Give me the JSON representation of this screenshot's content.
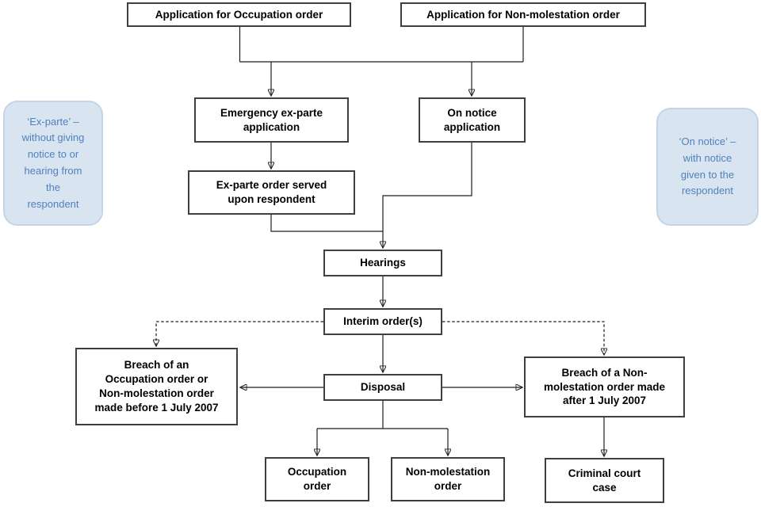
{
  "title": "Occupation order and Non-molestation order application flowchart",
  "colors": {
    "box_fill": "#ffffff",
    "box_border": "#3f3f3f",
    "box_text": "#000000",
    "connector": "#1f1f1f",
    "note_fill": "#d9e4f1",
    "note_border": "#c3d4e9",
    "note_text": "#4f81bd"
  },
  "nodes": {
    "app_occupation": {
      "label": "Application for Occupation order"
    },
    "app_nonmolestation": {
      "label": "Application for Non-molestation order"
    },
    "emergency": {
      "label": "Emergency ex-parte\napplication"
    },
    "on_notice": {
      "label": "On notice\napplication"
    },
    "exparte_served": {
      "label": "Ex-parte order served\nupon respondent"
    },
    "hearings": {
      "label": "Hearings"
    },
    "interim": {
      "label": "Interim order(s)"
    },
    "breach_before": {
      "label": "Breach of an\nOccupation order or\nNon-molestation order\nmade before 1 July 2007"
    },
    "disposal": {
      "label": "Disposal"
    },
    "breach_after": {
      "label": "Breach of a Non-\nmolestation order made\nafter 1 July 2007"
    },
    "occupation_order": {
      "label": "Occupation\norder"
    },
    "nonmolestation_order": {
      "label": "Non-molestation\norder"
    },
    "criminal_court": {
      "label": "Criminal court\ncase"
    }
  },
  "notes": {
    "exparte": {
      "text": "‘Ex-parte’ –\nwithout giving\nnotice to or\nhearing from\nthe\nrespondent"
    },
    "on_notice": {
      "text": "‘On notice’ –\nwith notice\ngiven to the\nrespondent"
    }
  },
  "edges": [
    {
      "from": "app_occupation",
      "to": "emergency",
      "style": "solid"
    },
    {
      "from": "app_occupation",
      "to": "on_notice",
      "style": "solid"
    },
    {
      "from": "app_nonmolestation",
      "to": "emergency",
      "style": "solid"
    },
    {
      "from": "app_nonmolestation",
      "to": "on_notice",
      "style": "solid"
    },
    {
      "from": "emergency",
      "to": "exparte_served",
      "style": "solid"
    },
    {
      "from": "exparte_served",
      "to": "hearings",
      "style": "solid"
    },
    {
      "from": "on_notice",
      "to": "hearings",
      "style": "solid"
    },
    {
      "from": "hearings",
      "to": "interim",
      "style": "solid"
    },
    {
      "from": "interim",
      "to": "breach_before",
      "style": "dashed"
    },
    {
      "from": "interim",
      "to": "breach_after",
      "style": "dashed"
    },
    {
      "from": "interim",
      "to": "disposal",
      "style": "solid"
    },
    {
      "from": "disposal",
      "to": "breach_before",
      "style": "solid"
    },
    {
      "from": "disposal",
      "to": "breach_after",
      "style": "solid"
    },
    {
      "from": "disposal",
      "to": "occupation_order",
      "style": "solid"
    },
    {
      "from": "disposal",
      "to": "nonmolestation_order",
      "style": "solid"
    },
    {
      "from": "breach_after",
      "to": "criminal_court",
      "style": "solid"
    }
  ]
}
